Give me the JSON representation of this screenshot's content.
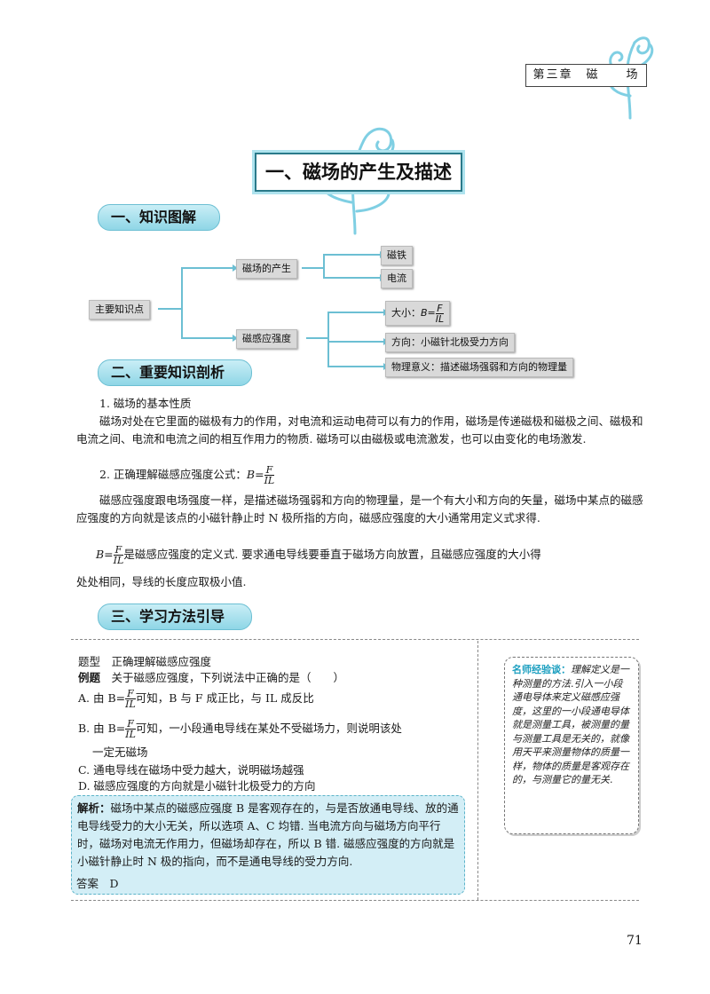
{
  "header": {
    "chapter": "第三章　磁　　场"
  },
  "title": "一、磁场的产生及描述",
  "sections": {
    "s1": "一、知识图解",
    "s2": "二、重要知识剖析",
    "s3": "三、学习方法引导"
  },
  "mindmap": {
    "root": "主要知识点",
    "branch1": "磁场的产生",
    "b1_leaf1": "磁铁",
    "b1_leaf2": "电流",
    "branch2": "磁感应强度",
    "b2_leaf1_prefix": "大小：",
    "b2_leaf1_lhs": "B=",
    "b2_leaf2": "方向：小磁针北极受力方向",
    "b2_leaf3": "物理意义：描述磁场强弱和方向的物理量"
  },
  "formula": {
    "num": "F",
    "den": "IL"
  },
  "analysis": {
    "p1_head": "1. 磁场的基本性质",
    "p1_body": "磁场对处在它里面的磁极有力的作用，对电流和运动电荷可以有力的作用，磁场是传递磁极和磁极之间、磁极和电流之间、电流和电流之间的相互作用力的物质. 磁场可以由磁极或电流激发，也可以由变化的电场激发.",
    "p2_head": "2. 正确理解磁感应强度公式：",
    "p2_lhs": "B=",
    "p2_body": "磁感应强度跟电场强度一样，是描述磁场强弱和方向的物理量，是一个有大小和方向的矢量，磁场中某点的磁感应强度的方向就是该点的小磁针静止时 N 极所指的方向，磁感应强度的大小通常用定义式求得.",
    "p3_lhs": "B=",
    "p3_line1": "是磁感应强度的定义式. 要求通电导线要垂直于磁场方向放置，且磁感应强度的大小得",
    "p3_line2": "处处相同，导线的长度应取极小值."
  },
  "example": {
    "topic": "题型　正确理解磁感应强度",
    "label": "例题",
    "question": "关于磁感应强度，下列说法中正确的是（　　）",
    "optA_1": "A. 由 B=",
    "optA_2": "可知，B 与 F 成正比，与 IL 成反比",
    "optB_1": "B. 由 B=",
    "optB_2": "可知，一小段通电导线在某处不受磁场力，则说明该处",
    "optB_3": "一定无磁场",
    "optC": "C. 通电导线在磁场中受力越大，说明磁场越强",
    "optD": "D. 磁感应强度的方向就是小磁针北极受力的方向",
    "sol_label": "解析：",
    "sol_text": "磁场中某点的磁感应强度 B 是客观存在的，与是否放通电导线、放的通电导线受力的大小无关，所以选项 A、C 均错. 当电流方向与磁场方向平行时，磁场对电流无作用力，但磁场却存在，所以 B 错. 磁感应强度的方向就是小磁针静止时 N 极的指向，而不是通电导线的受力方向.",
    "answer": "答案　D"
  },
  "tip": {
    "title": "名师经验谈：",
    "text": "理解定义是一种测量的方法.引入一小段通电导体来定义磁感应强度，这里的一小段通电导体就是测量工具，被测量的量与测量工具是无关的，就像用天平来测量物体的质量一样，物体的质量是客观存在的，与测量它的量无关."
  },
  "page_number": "71",
  "colors": {
    "accent": "#8fd6e6",
    "accent_dark": "#2a7a8a",
    "tip_title": "#1c9fc0",
    "solution_bg": "#d3eef6"
  }
}
